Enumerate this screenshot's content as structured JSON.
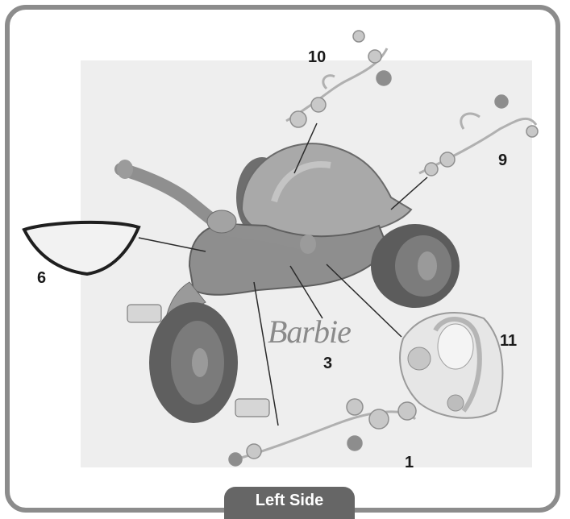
{
  "callouts": {
    "c10": "10",
    "c9": "9",
    "c6": "6",
    "c3": "3",
    "c11": "11",
    "c1": "1"
  },
  "barbie_logo": "Barbie",
  "tab_label": "Left Side",
  "colors": {
    "frame": "#8c8c8c",
    "tab": "#666666",
    "body": "#8e8e8e",
    "decal": "#c8c8c8"
  }
}
